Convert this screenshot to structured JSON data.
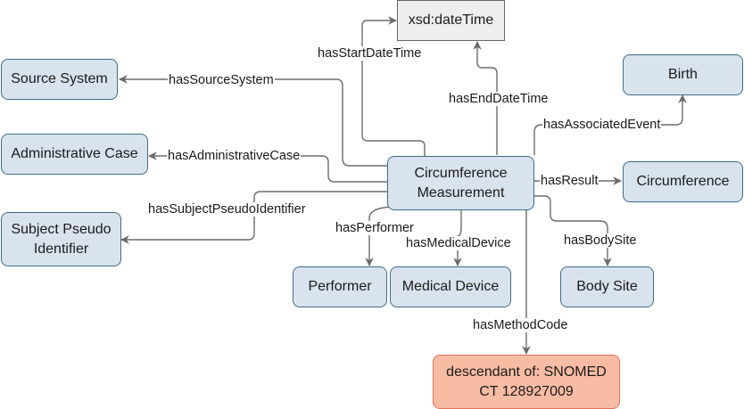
{
  "diagram": {
    "type": "ontology-graph",
    "colors": {
      "class_fill": "#d9e3ee",
      "class_border": "#3f6b86",
      "literal_fill": "#eeeeee",
      "literal_border": "#666666",
      "value_fill": "#f8bba4",
      "value_border": "#e0735a",
      "edge": "#6b6b6b"
    },
    "nodes": {
      "center": "Circumference Measurement",
      "datetime": "xsd:dateTime",
      "source_system": "Source System",
      "administrative_case": "Administrative Case",
      "subject_pseudo_identifier": "Subject Pseudo Identifier",
      "birth": "Birth",
      "circumference": "Circumference",
      "performer": "Performer",
      "medical_device": "Medical Device",
      "body_site": "Body Site",
      "method_code": "descendant of: SNOMED CT 128927009"
    },
    "edges": {
      "has_start_date_time": "hasStartDateTime",
      "has_end_date_time": "hasEndDateTime",
      "has_source_system": "hasSourceSystem",
      "has_administrative_case": "hasAdministrativeCase",
      "has_subject_pseudo_identifier": "hasSubjectPseudoIdentifier",
      "has_associated_event": "hasAssociatedEvent",
      "has_result": "hasResult",
      "has_performer": "hasPerformer",
      "has_medical_device": "hasMedicalDevice",
      "has_body_site": "hasBodySite",
      "has_method_code": "hasMethodCode"
    }
  }
}
